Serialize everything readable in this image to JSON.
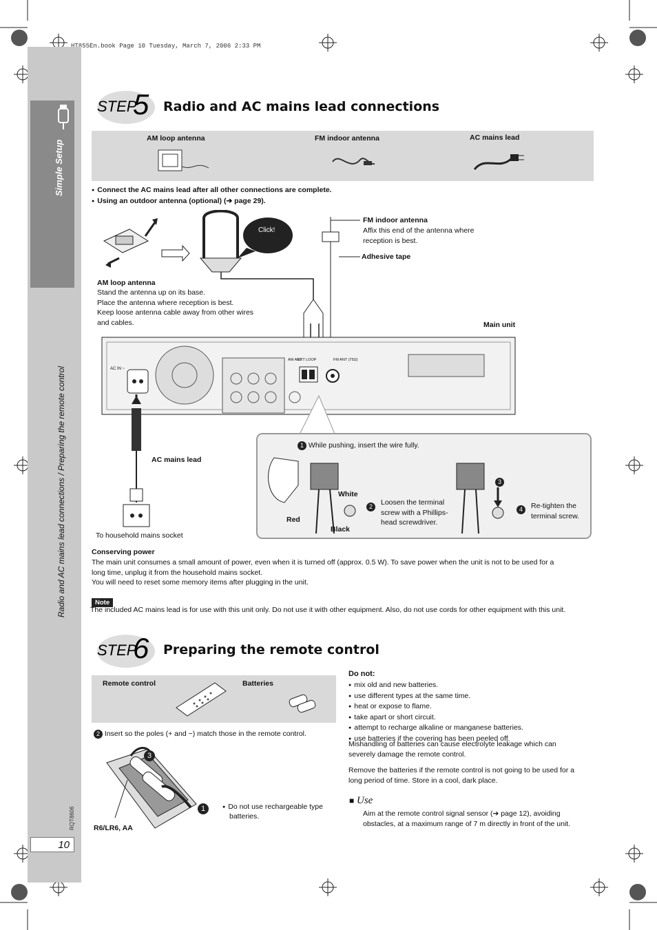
{
  "header": {
    "file_line": "HT855En.book  Page 10  Tuesday, March 7, 2006  2:33 PM"
  },
  "sidebar": {
    "section": "Simple Setup",
    "running_title": "Radio and AC mains lead connections / Preparing the remote control",
    "page_number": "10",
    "doc_code": "RQT8606"
  },
  "step5": {
    "step_word": "STEP",
    "step_num": "5",
    "title": "Radio and AC mains lead connections",
    "supplied": [
      "AM loop antenna",
      "FM indoor antenna",
      "AC mains lead"
    ],
    "bullets": [
      "Connect the AC mains lead after all other connections are complete.",
      "Using an outdoor antenna (optional) (➔ page 29)."
    ],
    "click": "Click!",
    "fm_antenna_title": "FM indoor antenna",
    "fm_antenna_text": [
      "Affix this end of the antenna where",
      "reception is best."
    ],
    "adhesive": "Adhesive tape",
    "am_title": "AM loop antenna",
    "am_text": [
      "Stand the antenna up on its base.",
      "Place the antenna where reception is best.",
      "Keep loose antenna cable away from other wires",
      "and cables."
    ],
    "main_unit": "Main unit",
    "ac_in": "AC IN ~",
    "am_ant": "AM ANT",
    "ext_loop": "EXT LOOP",
    "fm_ant": "FM ANT (75Ω)",
    "ac_mains_lead": "AC mains lead",
    "household": "To household mains socket",
    "inset_step1": "While pushing, insert the wire fully.",
    "white": "White",
    "red": "Red",
    "black": "Black",
    "inset_step2": [
      "Loosen the terminal",
      "screw with a Phillips-",
      "head screwdriver."
    ],
    "inset_step4": [
      "Re-tighten the",
      "terminal screw."
    ],
    "conserving_title": "Conserving power",
    "conserving_text": [
      "The main unit consumes a small amount of power, even when it is turned off (approx. 0.5 W). To save power when the unit is not to be used for a",
      "long time, unplug it from the household mains socket.",
      "You will need to reset some memory items after plugging in the unit."
    ],
    "note_tag": "Note",
    "note_text": "The included AC mains lead is for use with this unit only. Do not use it with other equipment. Also, do not use cords for other equipment with this unit."
  },
  "step6": {
    "step_word": "STEP",
    "step_num": "6",
    "title": "Preparing the remote control",
    "supplied": [
      "Remote control",
      "Batteries"
    ],
    "insert_text": "Insert so the poles (+ and −) match those in the remote control.",
    "battery_type": "R6/LR6, AA",
    "no_rechargeable": [
      "Do not use rechargeable type",
      "batteries."
    ],
    "do_not_title": "Do not:",
    "do_not": [
      "mix old and new batteries.",
      "use different types at the same time.",
      "heat or expose to flame.",
      "take apart or short circuit.",
      "attempt to recharge alkaline or manganese batteries.",
      "use batteries if the covering has been peeled off."
    ],
    "mishandling": [
      "Mishandling of batteries can cause electrolyte leakage which can",
      "severely damage the remote control."
    ],
    "remove": [
      "Remove the batteries if the remote control is not going to be used for a",
      "long period of time. Store in a cool, dark place."
    ],
    "use_title": "Use",
    "use_text": [
      "Aim at the remote control signal sensor (➔ page 12), avoiding",
      "obstacles, at a maximum range of 7 m directly in front of the unit."
    ]
  },
  "numbers": [
    "1",
    "2",
    "3",
    "4"
  ]
}
